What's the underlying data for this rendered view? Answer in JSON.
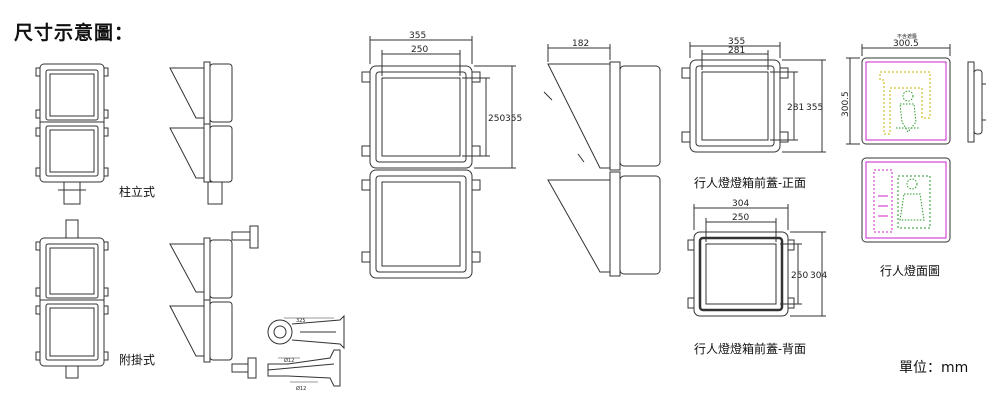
{
  "title": "尺寸示意圖：",
  "labels": {
    "pole_mount": "柱立式",
    "wall_mount": "附掛式",
    "front_cover_front": "行人燈燈箱前蓋-正面",
    "front_cover_back": "行人燈燈箱前蓋-背面",
    "lamp_face": "行人燈面圖",
    "unit": "單位：mm"
  },
  "dimensions": {
    "main_width": "355",
    "main_inner": "250",
    "main_height_inner": "250",
    "main_height": "355",
    "side_depth": "182",
    "front_width": "355",
    "front_inner": "281",
    "front_h_inner": "281",
    "front_h": "355",
    "back_width": "304",
    "back_inner": "250",
    "back_h_inner": "250",
    "back_h": "304",
    "face_width": "300.5",
    "face_height": "300.5",
    "face_note": "不含遮簷",
    "bracket_dim": "325",
    "bracket_dim2": "Ø12",
    "bracket_dim3": "Ø12"
  },
  "colors": {
    "line": "#333333",
    "magenta": "#cc22cc",
    "yellow": "#c8b000",
    "green": "#2a9a2a"
  }
}
